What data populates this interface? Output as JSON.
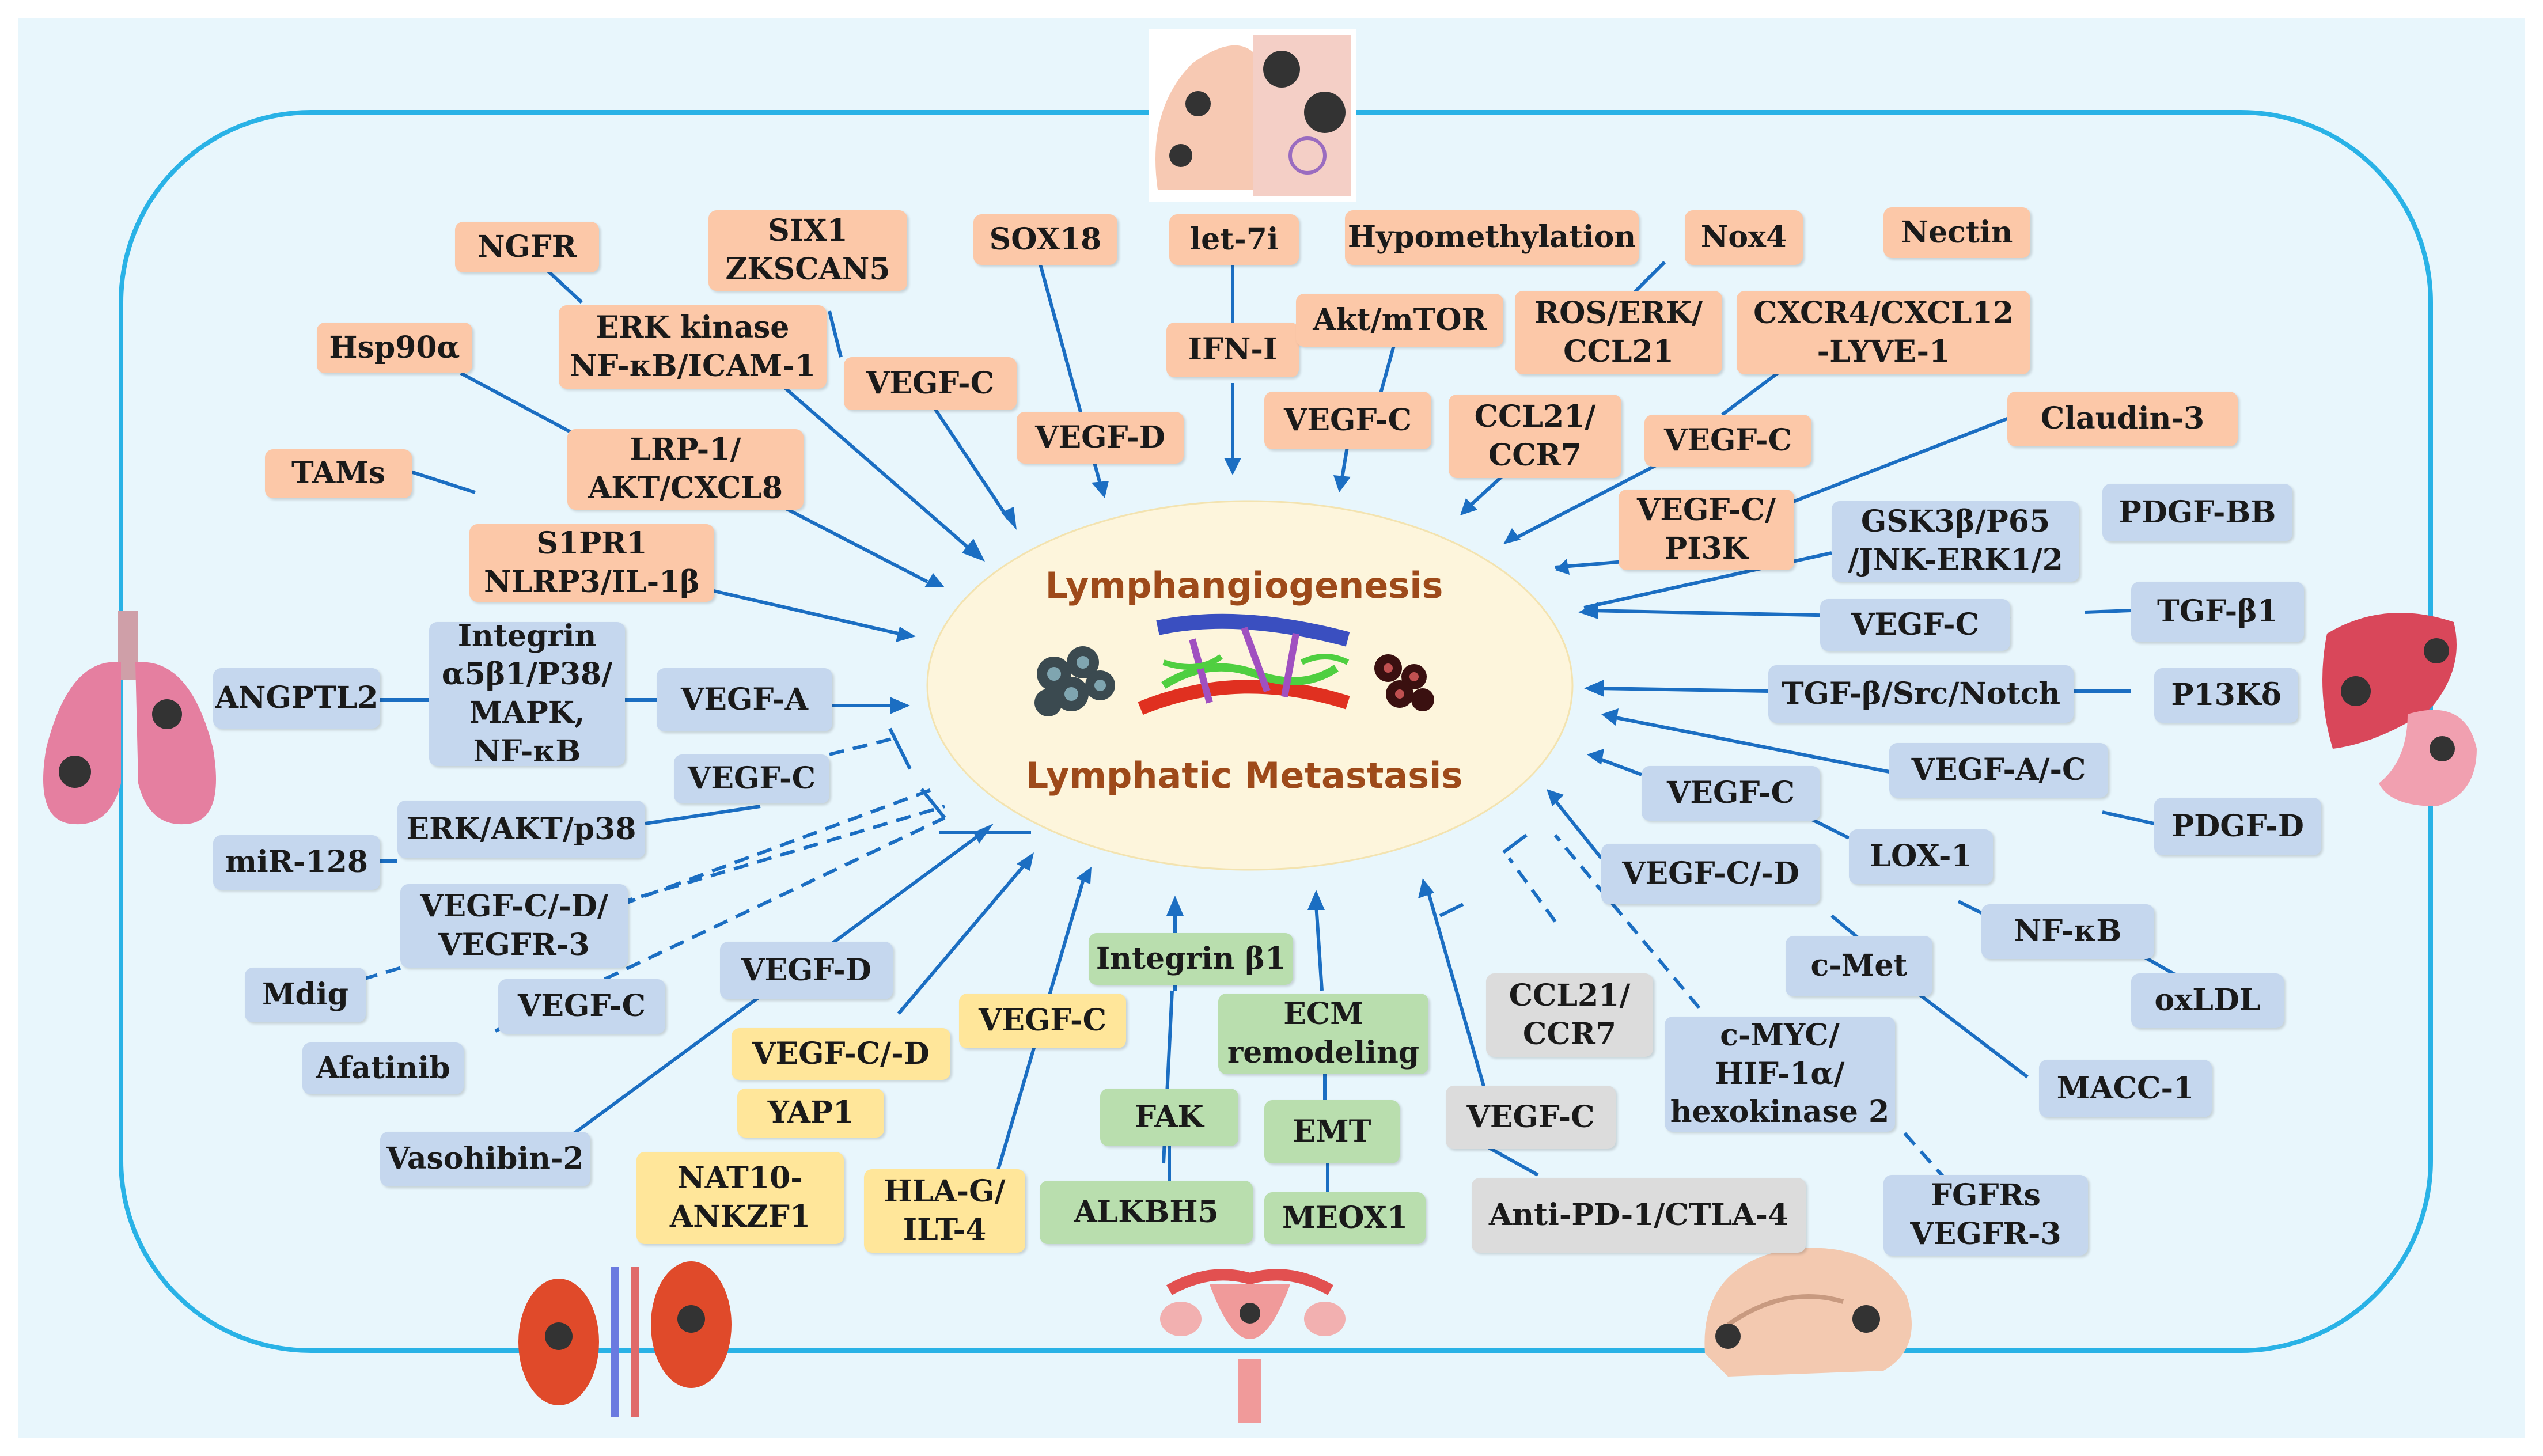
{
  "center": {
    "title_top": "Lymphangiogenesis",
    "title_bottom": "Lymphatic Metastasis"
  },
  "colors": {
    "frame": "#29b2e6",
    "panel": "#e8f6fc",
    "ellipse": "#fdf5dc",
    "arrow": "#1b6ec2",
    "orange": "#fcc8a8",
    "blue": "#c5d7ee",
    "yellow": "#ffe69a",
    "green": "#b9deae",
    "gray": "#dcdcdc"
  },
  "organs": [
    {
      "name": "breast-icon"
    },
    {
      "name": "lung-icon"
    },
    {
      "name": "liver-stomach-icon"
    },
    {
      "name": "kidney-icon"
    },
    {
      "name": "uterus-icon"
    },
    {
      "name": "brain-icon"
    }
  ],
  "nodes": {
    "ngfr": "NGFR",
    "six1": "SIX1\nZKSCAN5",
    "sox18": "SOX18",
    "let7i": "let-7i",
    "hypomethylation": "Hypomethylation",
    "nox4": "Nox4",
    "nectin": "Nectin",
    "erk_kinase": "ERK kinase\nNF-κB/ICAM-1",
    "hsp90a": "Hsp90α",
    "vegfc_top1": "VEGF-C",
    "ifni": "IFN-I",
    "aktmtor": "Akt/mTOR",
    "ros_erk": "ROS/ERK/\nCCL21",
    "cxcr4": "CXCR4/CXCL12\n-LYVE-1",
    "vegfd_top": "VEGF-D",
    "vegfc_top2": "VEGF-C",
    "ccl21_top": "CCL21/\nCCR7",
    "vegfc_top3": "VEGF-C",
    "claudin3": "Claudin-3",
    "lrp1": "LRP-1/\nAKT/CXCL8",
    "tams": "TAMs",
    "s1pr1": "S1PR1\nNLRP3/IL-1β",
    "vegfc_pi3k": "VEGF-C/\nPI3K",
    "gsk3b": "GSK3β/P65\n/JNK-ERK1/2",
    "pdgfbb": "PDGF-BB",
    "angptl2": "ANGPTL2",
    "integrin_a5b1": "Integrin\nα5β1/P38/\nMAPK,\nNF-κB",
    "vegfa_left": "VEGF-A",
    "vegfc_right1": "VEGF-C",
    "tgfb1": "TGF-β1",
    "tgfb_src": "TGF-β/Src/Notch",
    "pi3kd": "P13Kδ",
    "vegfc_left1": "VEGF-C",
    "erk_akt_p38": "ERK/AKT/p38",
    "mir128": "miR-128",
    "vegfac": "VEGF-A/-C",
    "vegfc_right2": "VEGF-C",
    "pdgfd": "PDGF-D",
    "vegfcd_vegfr3": "VEGF-C/-D/\nVEGFR-3",
    "lox1": "LOX-1",
    "vegfcd_right": "VEGF-C/-D",
    "nfkb": "NF-κB",
    "mdig": "Mdig",
    "vegfd_left": "VEGF-D",
    "integrin_b1": "Integrin β1",
    "cmet": "c-Met",
    "oxldl": "oxLDL",
    "vegfc_left2": "VEGF-C",
    "vegfc_yellow": "VEGF-C",
    "ecm": "ECM\nremodeling",
    "ccl21_gray": "CCL21/\nCCR7",
    "cmyc": "c-MYC/\nHIF-1α/\nhexokinase 2",
    "afatinib": "Afatinib",
    "vegfcd_yellow": "VEGF-C/-D",
    "macc1": "MACC-1",
    "yap1": "YAP1",
    "fak": "FAK",
    "emt": "EMT",
    "vegfc_gray": "VEGF-C",
    "vasohibin2": "Vasohibin-2",
    "nat10": "NAT10-\nANKZF1",
    "hlag": "HLA-G/\nILT-4",
    "alkbh5": "ALKBH5",
    "meox1": "MEOX1",
    "antipd1": "Anti-PD-1/CTLA-4",
    "fgfrs": "FGFRs\nVEGFR-3"
  }
}
